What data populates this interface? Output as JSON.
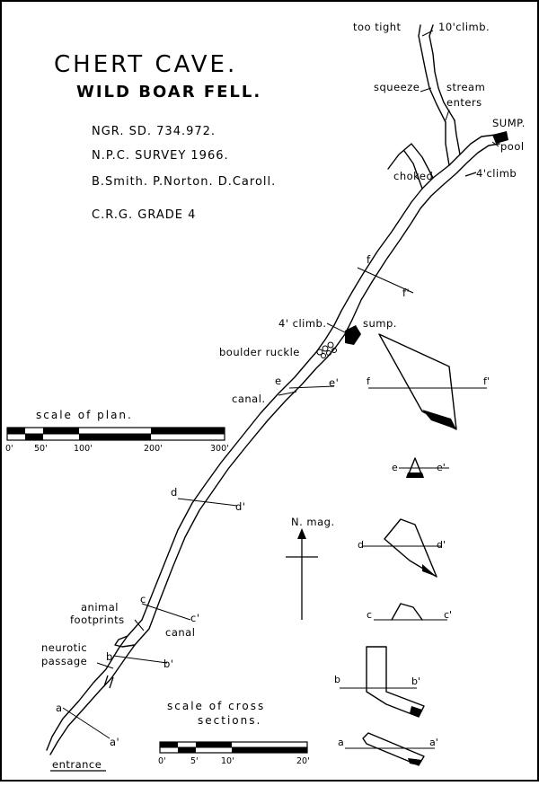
{
  "title": "CHERT CAVE.",
  "subtitle": "WILD BOAR FELL.",
  "info": {
    "ngr": "NGR. SD. 734.972.",
    "survey": "N.P.C. SURVEY 1966.",
    "surveyors": "B.Smith. P.Norton. D.Caroll.",
    "grade": "C.R.G. GRADE 4"
  },
  "labels": {
    "too_tight": "too tight",
    "climb_10": "10'climb.",
    "squeeze": "squeeze",
    "stream": "stream",
    "enters": "enters",
    "sump_top": "SUMP.",
    "pool": "pool",
    "choked": "choked",
    "climb_4_top": "4'climb",
    "climb_4_mid": "4' climb.",
    "sump_mid": "sump.",
    "boulder_ruckle": "boulder ruckle",
    "canal_upper": "canal.",
    "canal_lower": "canal",
    "animal": "animal",
    "footprints": "footprints",
    "neurotic": "neurotic",
    "passage": "passage",
    "entrance": "entrance",
    "north": "N. mag."
  },
  "plan_stations": {
    "f": "f",
    "f_prime": "f'",
    "e": "e",
    "e_prime": "e'",
    "d": "d",
    "d_prime": "d'",
    "c": "c",
    "c_prime": "c'",
    "b": "b",
    "b_prime": "b'",
    "a": "a",
    "a_prime": "a'"
  },
  "plan_scale": {
    "title": "scale of plan.",
    "ticks": [
      "0'",
      "50'",
      "100'",
      "200'",
      "300'"
    ]
  },
  "section_scale": {
    "title_line1": "scale of cross",
    "title_line2": "sections.",
    "ticks": [
      "0'",
      "5'",
      "10'",
      "20'"
    ]
  },
  "sections": [
    {
      "left": "f",
      "right": "f'"
    },
    {
      "left": "e",
      "right": "e'"
    },
    {
      "left": "d",
      "right": "d'"
    },
    {
      "left": "c",
      "right": "c'"
    },
    {
      "left": "b",
      "right": "b'"
    },
    {
      "left": "a",
      "right": "a'"
    }
  ]
}
